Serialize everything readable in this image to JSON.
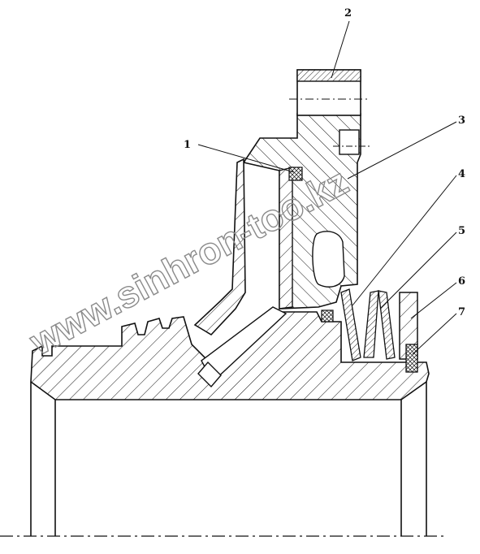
{
  "diagram": {
    "callouts": [
      "1",
      "2",
      "3",
      "4",
      "5",
      "6",
      "7"
    ],
    "watermark": "www.sinhron-too.kz",
    "colors": {
      "ink": "#111111",
      "paper": "#ffffff",
      "watermark": "#8a8a8a"
    }
  }
}
